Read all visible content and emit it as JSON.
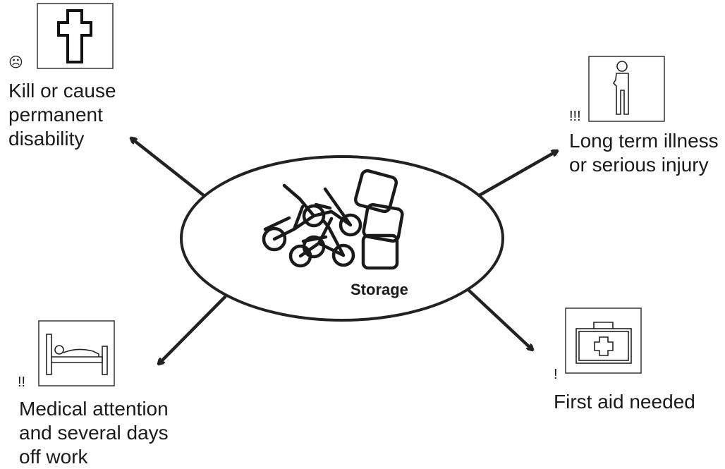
{
  "center": {
    "label": "Storage",
    "illustration": "bicycles-and-boxes-icon"
  },
  "outcomes": {
    "kill": {
      "marker": "☹",
      "label": "Kill or cause\npermanent\ndisability",
      "icon": "grave-cross-icon"
    },
    "long_term": {
      "marker": "!!!",
      "label": "Long term illness\nor serious injury",
      "icon": "injured-person-icon"
    },
    "medical": {
      "marker": "!!",
      "label": "Medical attention\nand several days\noff work",
      "icon": "hospital-bed-icon"
    },
    "first_aid": {
      "marker": "!",
      "label": "First aid needed",
      "icon": "first-aid-kit-icon"
    }
  }
}
